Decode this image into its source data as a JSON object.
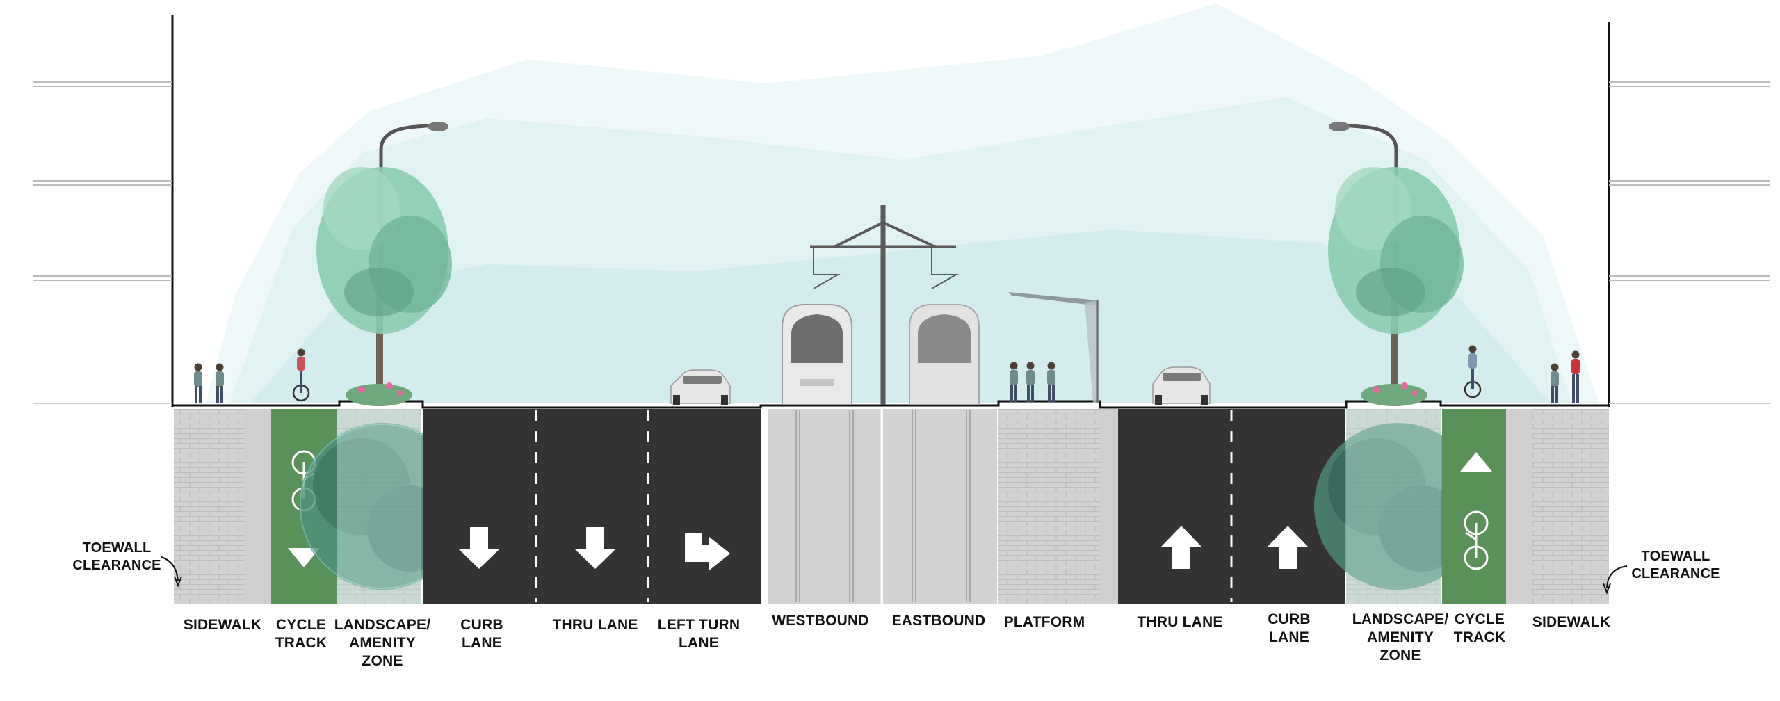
{
  "colors": {
    "sky_light": "#eef8f8",
    "sky_mid": "#dcf0f1",
    "sky_dark": "#cbe8ea",
    "asphalt": "#333333",
    "concrete": "#d2d2d2",
    "brick_line": "#bfbfbf",
    "cycle_track": "#5a9158",
    "tree_green": "#7fc3a6",
    "tree_dark": "#2f6e62",
    "label": "#111111",
    "lane_marking": "#ffffff"
  },
  "zones": {
    "left": [
      {
        "key": "sidewalk",
        "label": "SIDEWALK",
        "surface": "brick"
      },
      {
        "key": "cycle-track",
        "label": "CYCLE\nTRACK",
        "surface": "cycle",
        "arrow": "down"
      },
      {
        "key": "landscape",
        "label": "LANDSCAPE/\nAMENITY\nZONE",
        "surface": "landscape"
      },
      {
        "key": "curb-lane",
        "label": "CURB\nLANE",
        "surface": "asphalt",
        "arrow": "down"
      },
      {
        "key": "thru-lane",
        "label": "THRU LANE",
        "surface": "asphalt",
        "arrow": "down"
      },
      {
        "key": "left-turn-lane",
        "label": "LEFT TURN\nLANE",
        "surface": "asphalt",
        "arrow": "turn-left"
      }
    ],
    "transit": [
      {
        "key": "westbound",
        "label": "WESTBOUND",
        "surface": "rail"
      },
      {
        "key": "eastbound",
        "label": "EASTBOUND",
        "surface": "rail"
      },
      {
        "key": "platform",
        "label": "PLATFORM",
        "surface": "brick"
      }
    ],
    "right": [
      {
        "key": "thru-lane",
        "label": "THRU LANE",
        "surface": "asphalt",
        "arrow": "up"
      },
      {
        "key": "curb-lane",
        "label": "CURB\nLANE",
        "surface": "asphalt",
        "arrow": "up"
      },
      {
        "key": "landscape",
        "label": "LANDSCAPE/\nAMENITY\nZONE",
        "surface": "landscape"
      },
      {
        "key": "cycle-track",
        "label": "CYCLE\nTRACK",
        "surface": "cycle",
        "arrow": "up"
      },
      {
        "key": "sidewalk",
        "label": "SIDEWALK",
        "surface": "brick"
      }
    ]
  },
  "notes": {
    "toewall_left": "TOEWALL\nCLEARANCE",
    "toewall_right": "TOEWALL\nCLEARANCE"
  },
  "icons": {
    "streetlight": "streetlight-icon",
    "tree": "tree-icon",
    "light-rail": "light-rail-train-icon",
    "car": "car-icon",
    "bicycle": "bicycle-icon",
    "pedestrian": "pedestrian-icon",
    "shelter": "platform-shelter-icon",
    "catenary": "catenary-pole-icon"
  }
}
